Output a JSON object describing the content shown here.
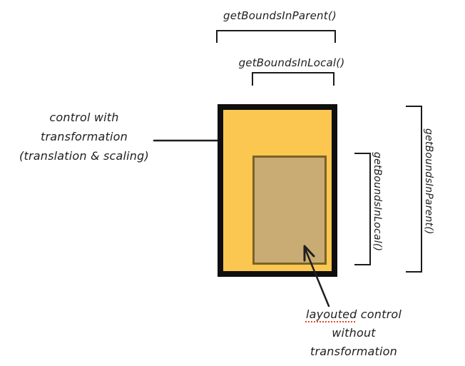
{
  "diagram": {
    "title_context": "JavaFX bounds diagram",
    "top": {
      "parent_label": "getBoundsInParent()",
      "local_label": "getBoundsInLocal()"
    },
    "left_annotation": {
      "line1": "control with",
      "line2": "transformation",
      "line3": "(translation & scaling)"
    },
    "right": {
      "local_label": "getBoundsInLocal()",
      "parent_label": "getBoundsInParent()"
    },
    "bottom_annotation": {
      "misspelled_word": "layouted",
      "line1_rest": " control",
      "line2": "without",
      "line3": "transformation"
    },
    "icons": {
      "left_arrow": "arrow-right-icon",
      "bottom_arrow": "arrow-up-left-icon"
    },
    "colors": {
      "background": "#ffffff",
      "ink": "#1f1f1f",
      "transformed_control_fill": "#FBC751",
      "transformed_control_border": "#0F0F0F",
      "layouted_control_fill": "#C8AC74",
      "layouted_control_border": "#7A6228",
      "spellcheck_underline": "#E8442A"
    }
  }
}
